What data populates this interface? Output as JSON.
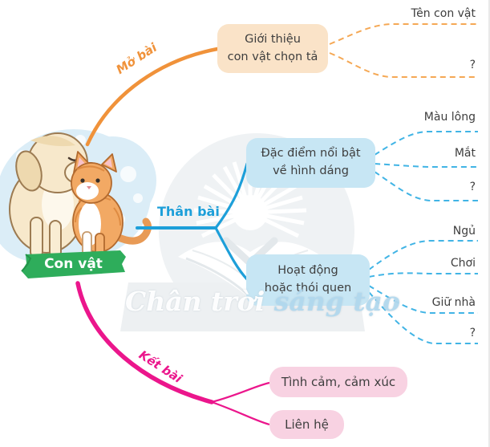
{
  "root_label": "Con vật",
  "watermark": {
    "part1": "Chân trời ",
    "part2": "sáng tạo"
  },
  "branches": {
    "mo_bai": {
      "label": "Mở bài",
      "box": {
        "line1": "Giới thiệu",
        "line2": "con vật chọn tả"
      },
      "leaves": [
        "Tên con vật",
        "?"
      ]
    },
    "than_bai": {
      "label": "Thân bài",
      "boxes": [
        {
          "line1": "Đặc điểm nổi bật",
          "line2": "về hình dáng",
          "leaves": [
            "Màu lông",
            "Mắt",
            "?"
          ]
        },
        {
          "line1": "Hoạt động",
          "line2": "hoặc thói quen",
          "leaves": [
            "Ngủ",
            "Chơi",
            "Giữ nhà",
            "?"
          ]
        }
      ]
    },
    "ket_bai": {
      "label": "Kết bài",
      "boxes": [
        {
          "label": "Tình cảm, cảm xúc"
        },
        {
          "label": "Liên hệ"
        }
      ]
    }
  },
  "colors": {
    "orange_line": "#f0923a",
    "orange_dash": "#f5a855",
    "orange_box_bg": "#fae3c8",
    "blue_line": "#1d9fd9",
    "blue_dash": "#41b4e5",
    "blue_box_bg": "#c7e6f4",
    "pink_line": "#eb168c",
    "pink_box_bg": "#f8d2e2",
    "green_banner": "#2ead5b",
    "text_dark": "#3e3e3e"
  }
}
